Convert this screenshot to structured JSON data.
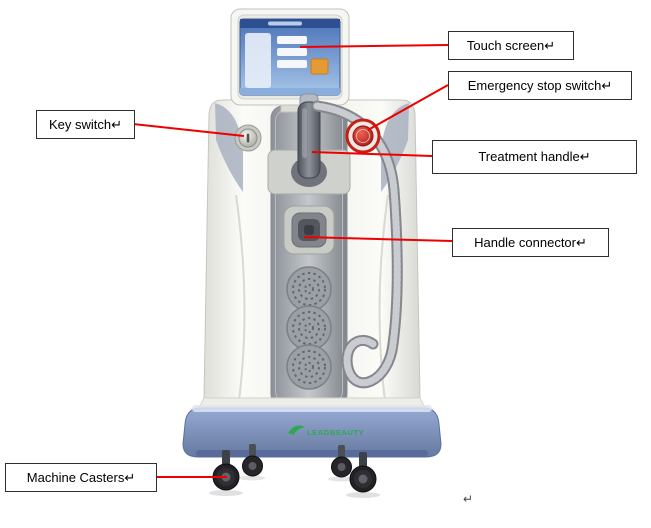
{
  "page": {
    "background": "#ffffff"
  },
  "callouts": {
    "touch_screen": {
      "label": "Touch screen↵"
    },
    "emergency_stop": {
      "label": "Emergency stop switch↵"
    },
    "key_switch": {
      "label": "Key switch↵"
    },
    "treatment_handle": {
      "label": "Treatment handle↵"
    },
    "handle_connector": {
      "label": "Handle connector↵"
    },
    "machine_casters": {
      "label": "Machine Casters↵"
    }
  },
  "machine": {
    "brand": "LEADBEAUTY"
  },
  "stray_mark": "↵",
  "colors": {
    "callout_line": "#ee0000",
    "label_border": "#2f2f2f",
    "label_bg": "#ffffff",
    "base_blue": "#7d93c4",
    "logo_green": "#2fa84f",
    "screen_blue": "#5b84c4",
    "emergency_red": "#c61f16"
  }
}
